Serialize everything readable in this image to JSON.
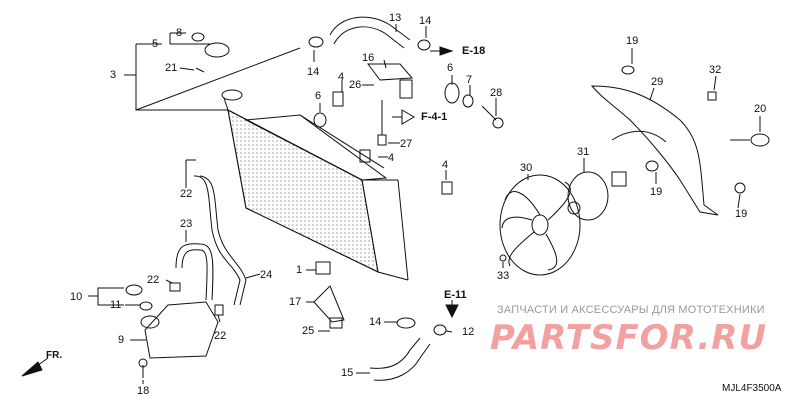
{
  "callouts": {
    "c3": "3",
    "c5": "5",
    "c8": "8",
    "c21": "21",
    "c13": "13",
    "c14a": "14",
    "c14b": "14",
    "c16": "16",
    "c26": "26",
    "c4a": "4",
    "c6a": "6",
    "c6b": "6",
    "c7": "7",
    "c28": "28",
    "c27": "27",
    "c4b": "4",
    "c4c": "4",
    "c22a": "22",
    "c23": "23",
    "c22b": "22",
    "c24": "24",
    "c10": "10",
    "c11": "11",
    "c9": "9",
    "c18": "18",
    "c22c": "22",
    "c1": "1",
    "c17": "17",
    "c25": "25",
    "c14c": "14",
    "c12": "12",
    "c15": "15",
    "c19a": "19",
    "c29": "29",
    "c32": "32",
    "c20": "20",
    "c31": "31",
    "c30": "30",
    "c19b": "19",
    "c19c": "19",
    "c33": "33"
  },
  "refs": {
    "e18": "E-18",
    "f41": "F-4-1",
    "e11": "E-11",
    "fr": "FR."
  },
  "watermark": {
    "text": "ЗАПЧАСТИ И АКСЕССУАРЫ ДЛЯ МОТОТЕХНИКИ",
    "logo": "PARTSFOR.RU"
  },
  "diagram_code": "MJL4F3500A",
  "colors": {
    "line": "#111111",
    "watermark_text": "#9a9a9a",
    "watermark_logo": "#f2a0a0",
    "dots": "#9a9a9a"
  }
}
